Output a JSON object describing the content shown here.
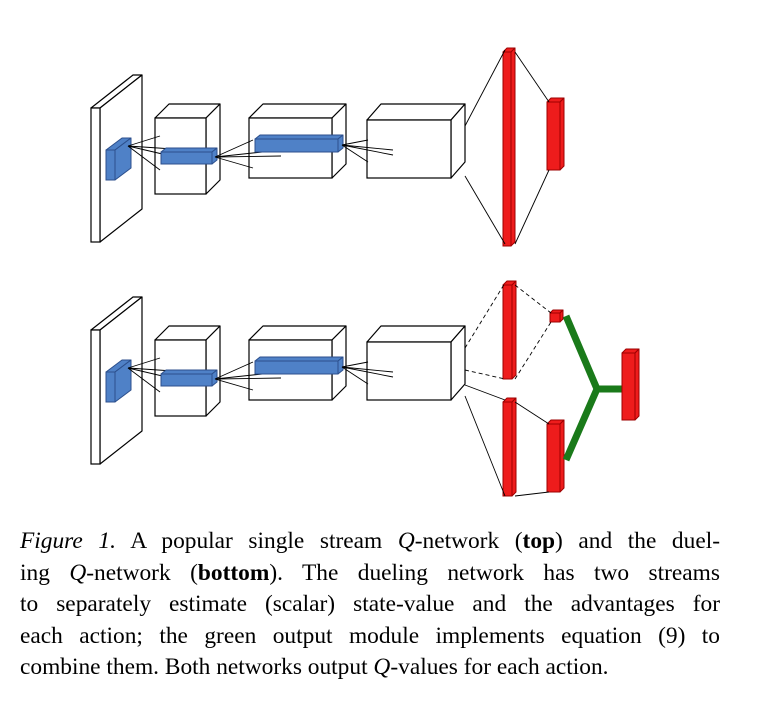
{
  "colors": {
    "conv_fill": "#4f81c7",
    "conv_stroke": "#2c4f8c",
    "fc_fill": "#ee1c1c",
    "fc_stroke": "#9e0000",
    "aggregator": "#1a7a1a",
    "box_stroke": "#000000"
  },
  "caption": {
    "label": "Figure 1.",
    "l1_a": " A popular single stream ",
    "q": "Q",
    "l1_b": "-network (",
    "top": "top",
    "l1_c": ") and the duel-",
    "l2_a": "ing ",
    "l2_b": "-network (",
    "bottom": "bottom",
    "l2_c": ").  The dueling network has two streams",
    "l3": "to separately estimate (scalar) state-value and the advantages for",
    "l4": "each action; the green output module implements equation (9) to",
    "l5": "combine them. Both networks output ",
    "l5_b": "-values for each action."
  }
}
